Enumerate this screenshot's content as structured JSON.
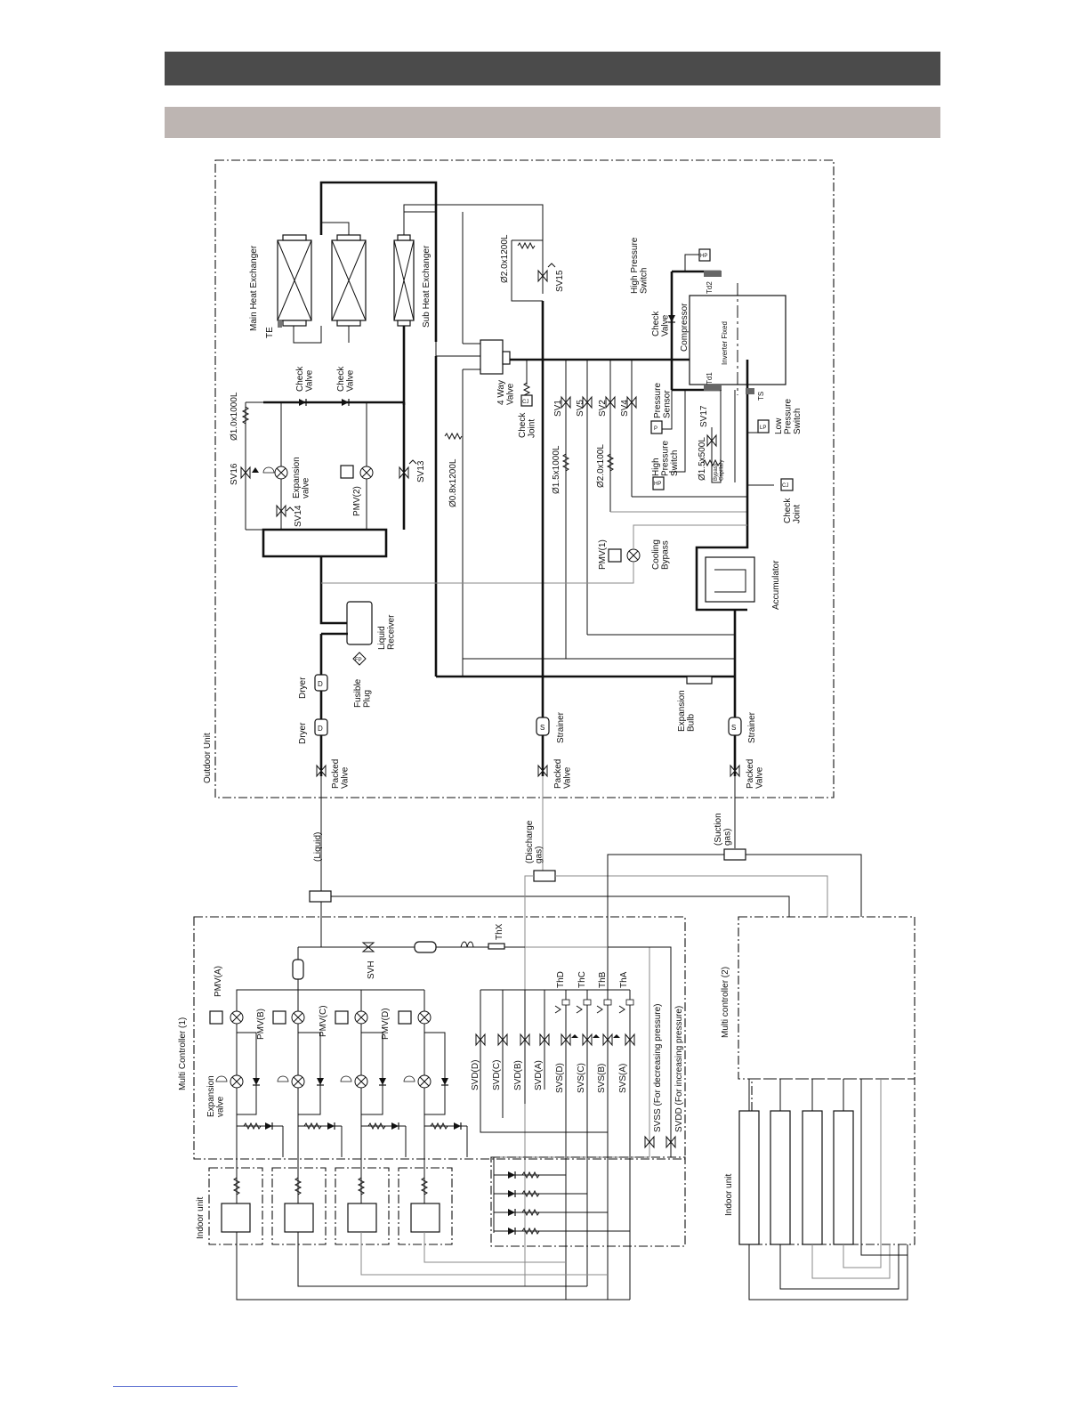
{
  "header": {
    "bar_color": "#4b4b4b",
    "subbar_color": "#bdb5b2"
  },
  "outdoor": {
    "unit": "Outdoor Unit",
    "main_hx": "Main Heat Exchanger",
    "sub_hx": "Sub Heat Exchanger",
    "te": "TE",
    "check_valve": "Check\nValve",
    "cap_10x1000": "Ø1.0x1000L",
    "sv16": "SV16",
    "expansion_valve": "Expansion\nvalve",
    "sv14": "SV14",
    "pmv2": "PMV(2)",
    "sv13": "SV13",
    "cap_20x1200": "Ø2.0x1200L",
    "sv15": "SV15",
    "cap_08x1200": "Ø0.8x1200L",
    "four_way": "4 Way\nValve",
    "cj": "CJ",
    "check_joint": "Check\nJoint",
    "sv1": "SV1",
    "sv5": "SV5",
    "sv2": "SV2",
    "sv4": "SV4",
    "cap_15x1000": "Ø1.5x1000L",
    "cap_20x100": "Ø2.0x100L",
    "high_ps_top": "High Pressure\nSwitch",
    "hp": "HP",
    "td2": "Td2",
    "check_valve2": "Check\nValve",
    "compressor": "Compressor",
    "inverter_fixed": "Inverter   Fixed",
    "td1": "Td1",
    "ts": "TS",
    "p": "P",
    "pressure_sensor": "Pressure\nSensor",
    "high_ps": "High\nPressure\nSwitch",
    "sv17": "SV17",
    "cap_15x500": "Ø1.5x500L",
    "bypass_capillary": "Bypass\nCapillary",
    "lp": "LP",
    "low_ps": "Low\nPressure\nSwitch",
    "pmv1": "PMV(1)",
    "cooling_bypass": "Cooling\nBypass",
    "accumulator": "Accumulator",
    "liquid_receiver": "Liquid\nReceiver",
    "fp": "FP",
    "fusible_plug": "Fusible\nPlug",
    "dryer": "Dryer",
    "d": "D",
    "s": "S",
    "strainer": "Strainer",
    "packed_valve": "Packed\nValve",
    "expansion_bulb": "Expansion\nBulb"
  },
  "lines": {
    "liquid": "(Liquid)",
    "discharge": "(Discharge\ngas)",
    "suction": "(Suction\ngas)"
  },
  "mc1": {
    "title": "Multi Controller (1)",
    "pmv_a": "PMV(A)",
    "pmv_b": "PMV(B)",
    "pmv_c": "PMV(C)",
    "pmv_d": "PMV(D)",
    "expansion_valve": "Expansion\nvalve",
    "svh": "SVH",
    "thx": "ThX",
    "thd": "ThD",
    "thc": "ThC",
    "thb": "ThB",
    "tha": "ThA",
    "svd_d": "SVD(D)",
    "svd_c": "SVD(C)",
    "svd_b": "SVD(B)",
    "svd_a": "SVD(A)",
    "svs_d": "SVS(D)",
    "svs_c": "SVS(C)",
    "svs_b": "SVS(B)",
    "svs_a": "SVS(A)",
    "svss": "SVSS (For decreasing pressure)",
    "svdd": "SVDD (For increasing pressure)"
  },
  "mc2": {
    "title": "Multi controller (2)"
  },
  "indoor": {
    "label1": "Indoor unit",
    "label2": "Indoor unit"
  },
  "footer": {
    "link_color": "#5a6fd0"
  }
}
